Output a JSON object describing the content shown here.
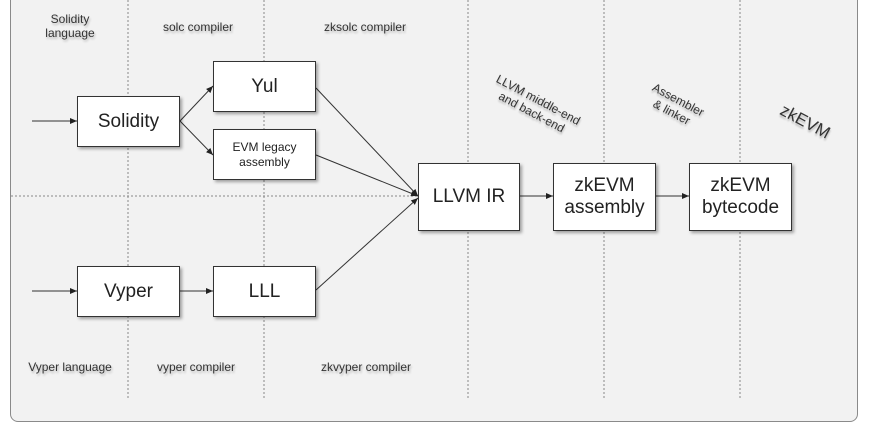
{
  "stage_labels": {
    "solidity_language": "Solidity\nlanguage",
    "solc_compiler": "solc compiler",
    "zksolc_compiler": "zksolc compiler",
    "llvm_middle_back": "LLVM middle-end\nand back-end",
    "assembler_linker": "Assembler\n& linker",
    "zkevm": "zkEVM",
    "vyper_language": "Vyper language",
    "vyper_compiler": "vyper compiler",
    "zkvyper_compiler": "zkvyper compiler"
  },
  "nodes": {
    "solidity": "Solidity",
    "yul": "Yul",
    "evm_legacy": "EVM legacy\nassembly",
    "vyper": "Vyper",
    "lll": "LLL",
    "llvm_ir": "LLVM IR",
    "zkevm_assembly": "zkEVM\nassembly",
    "zkevm_bytecode": "zkEVM\nbytecode"
  },
  "edges": [
    {
      "from": "input",
      "to": "solidity"
    },
    {
      "from": "solidity",
      "to": "yul"
    },
    {
      "from": "solidity",
      "to": "evm_legacy"
    },
    {
      "from": "input",
      "to": "vyper"
    },
    {
      "from": "vyper",
      "to": "lll"
    },
    {
      "from": "yul",
      "to": "llvm_ir"
    },
    {
      "from": "evm_legacy",
      "to": "llvm_ir"
    },
    {
      "from": "lll",
      "to": "llvm_ir"
    },
    {
      "from": "llvm_ir",
      "to": "zkevm_assembly"
    },
    {
      "from": "zkevm_assembly",
      "to": "zkevm_bytecode"
    }
  ]
}
